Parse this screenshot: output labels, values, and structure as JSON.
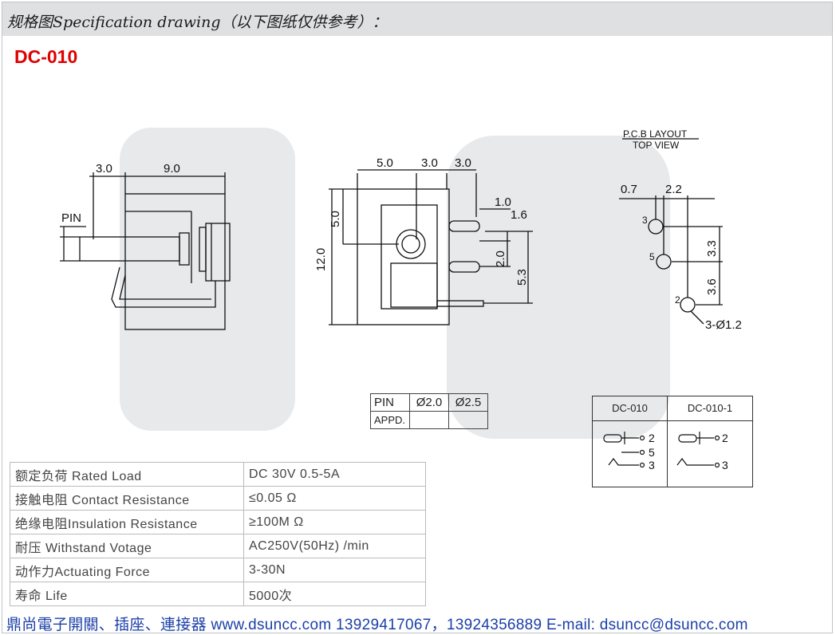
{
  "header": {
    "title": "规格图Specification drawing（以下图纸仅供参考）："
  },
  "model": "DC-010",
  "drawing": {
    "side_dims": [
      "3.0",
      "9.0"
    ],
    "pin_label": "PIN",
    "front_dims_top": [
      "5.0",
      "3.0",
      "3.0"
    ],
    "front_dims_left": [
      "5.0",
      "12.0"
    ],
    "front_dims_right": [
      "1.0",
      "1.6",
      "2.0",
      "5.3"
    ],
    "pcb_title": "P.C.B LAYOUT",
    "pcb_subtitle": "TOP VIEW",
    "pcb_dims": [
      "0.7",
      "2.2",
      "3.3",
      "3.6",
      "3-Ø1.2"
    ],
    "pcb_pins": [
      "3",
      "5",
      "2"
    ]
  },
  "pin_table": {
    "header": [
      "PIN",
      "Ø2.0",
      "Ø2.5"
    ],
    "row2_label": "APPD."
  },
  "schematic": {
    "columns": [
      "DC-010",
      "DC-010-1"
    ],
    "pins_a": [
      "2",
      "5",
      "3"
    ],
    "pins_b": [
      "2",
      "3"
    ]
  },
  "specs": [
    {
      "label": "额定负荷 Rated Load",
      "value": "DC 30V 0.5-5A"
    },
    {
      "label": "接触电阻 Contact Resistance",
      "value": "≤0.05 Ω"
    },
    {
      "label": "绝缘电阻Insulation Resistance",
      "value": "≥100M Ω"
    },
    {
      "label": "耐压  Withstand Votage",
      "value": "AC250V(50Hz) /min"
    },
    {
      "label": "动作力Actuating  Force",
      "value": "3-30N"
    },
    {
      "label": "寿命   Life",
      "value": "5000次"
    }
  ],
  "footer": "鼎尚電子開關、插座、連接器   www.dsuncc.com   13929417067，13924356889  E-mail: dsuncc@dsuncc.com",
  "colors": {
    "accent": "#e00000",
    "footer": "#1a3fa8",
    "header_bg": "#dfe0e2"
  }
}
